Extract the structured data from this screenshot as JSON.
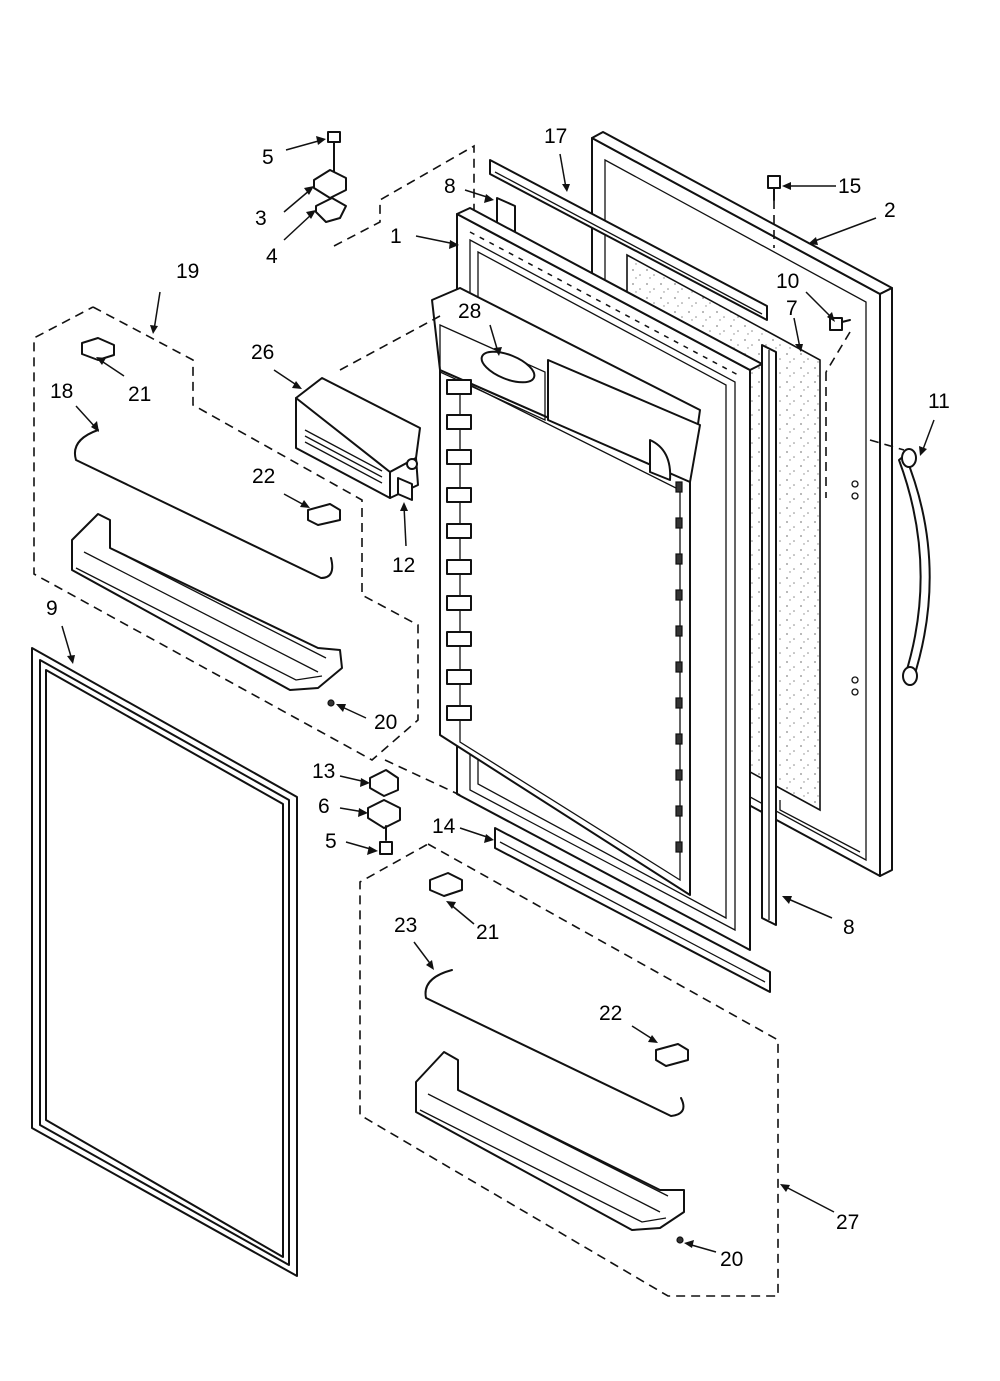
{
  "diagram": {
    "callouts": [
      "1",
      "2",
      "3",
      "4",
      "5",
      "5",
      "6",
      "7",
      "8",
      "8",
      "9",
      "10",
      "11",
      "12",
      "13",
      "14",
      "15",
      "17",
      "18",
      "19",
      "20",
      "20",
      "21",
      "21",
      "22",
      "22",
      "23",
      "26",
      "27",
      "28"
    ]
  },
  "colors": {
    "line": "#111111",
    "background": "#ffffff"
  }
}
